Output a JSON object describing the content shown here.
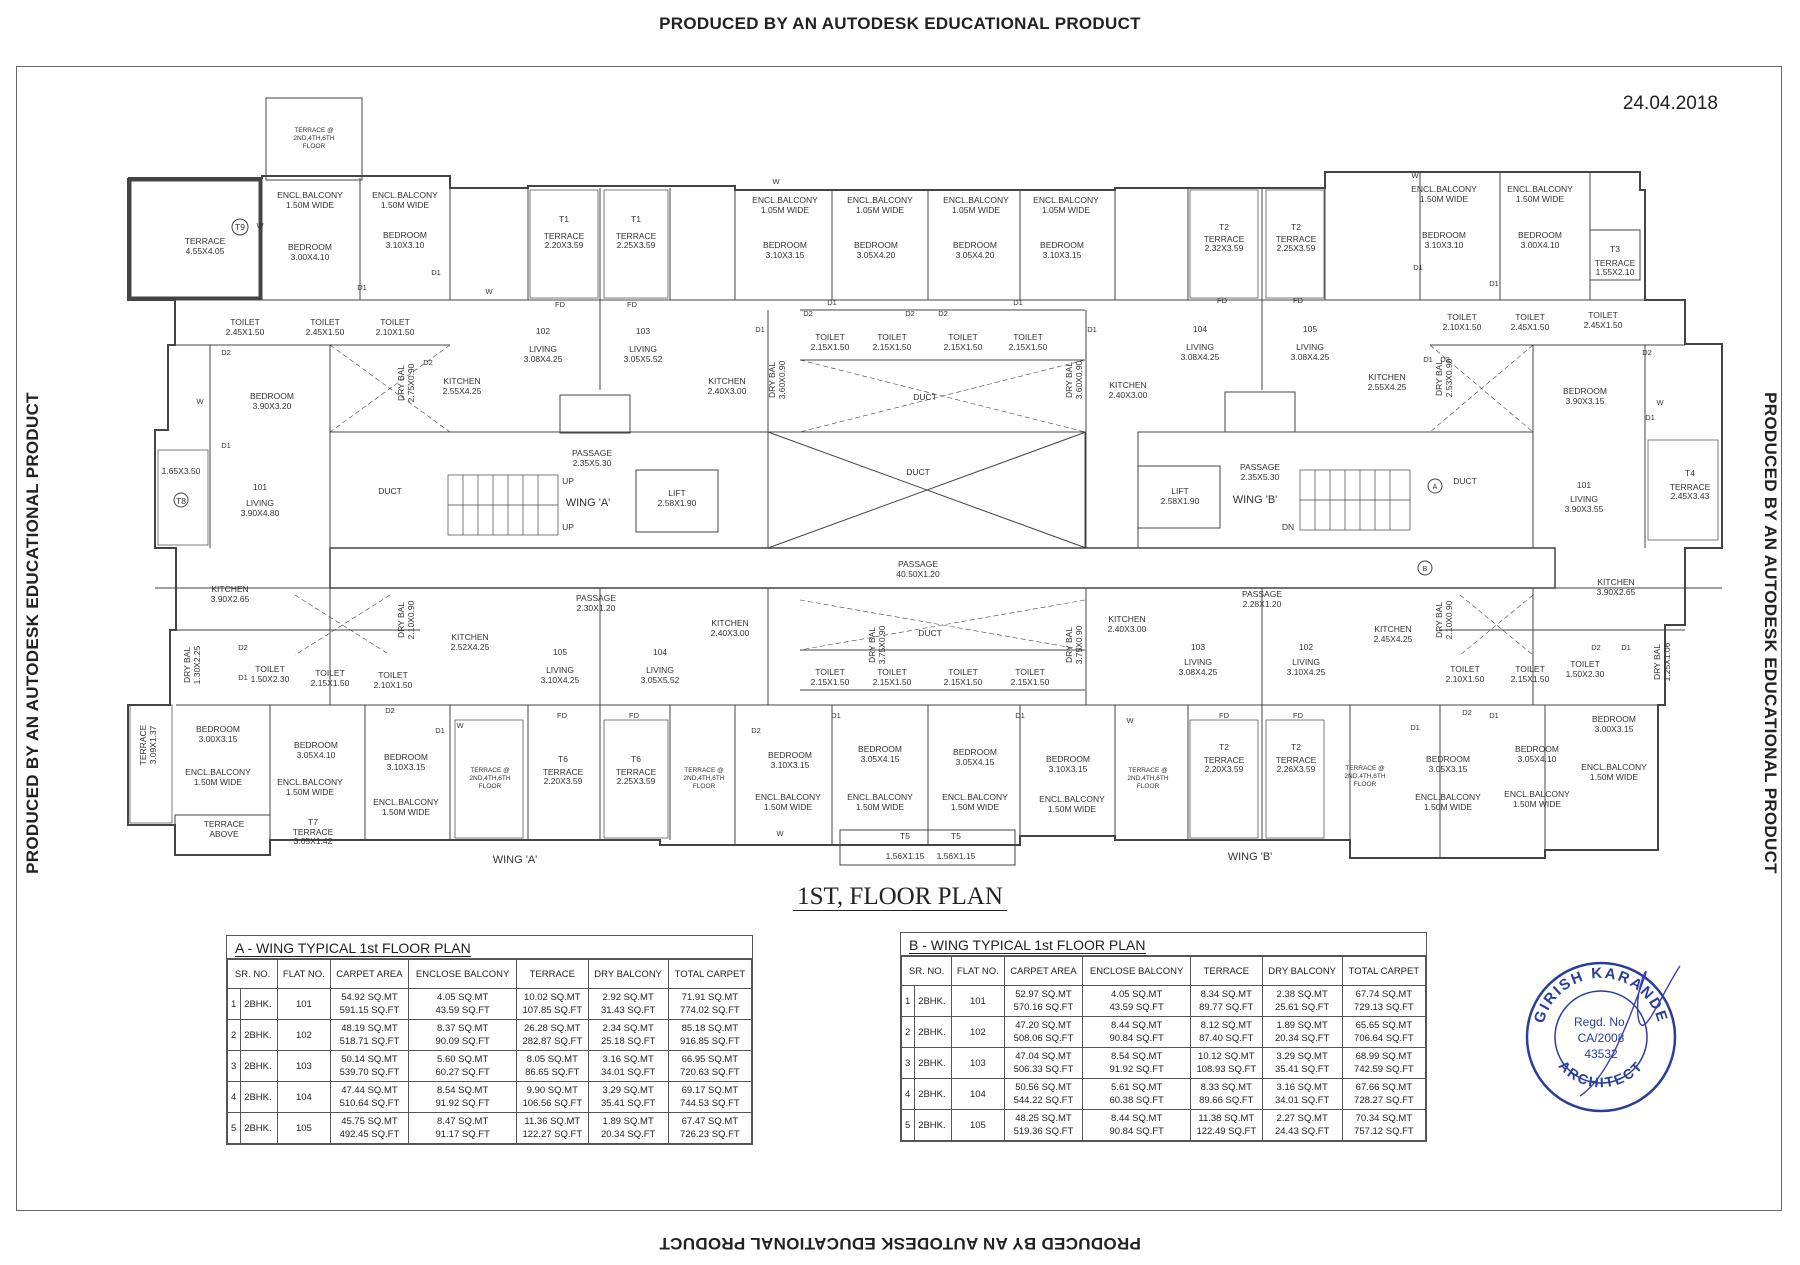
{
  "watermark": "PRODUCED BY AN AUTODESK EDUCATIONAL PRODUCT",
  "date": "24.04.2018",
  "plan_title": "1ST, FLOOR PLAN",
  "labels": {
    "t9": "T9",
    "terrace_left": "TERRACE",
    "terrace_left_dim": "4.55X4.05",
    "terrace_top": "TERRACE @",
    "terrace_floors": "2ND,4TH,6TH",
    "floor": "FLOOR",
    "encl_balcony": "ENCL.BALCONY",
    "w150": "1.50M WIDE",
    "w105": "1.05M WIDE",
    "bedroom": "BEDROOM",
    "toilet": "TOILET",
    "living": "LIVING",
    "kitchen": "KITCHEN",
    "dry_bal": "DRY BAL",
    "duct": "DUCT",
    "lift": "LIFT",
    "passage": "PASSAGE",
    "wing_a": "WING 'A'",
    "wing_b": "WING 'B'",
    "terrace_above": "TERRACE",
    "above": "ABOVE",
    "up": "UP",
    "dn": "DN",
    "d1": "D1",
    "d2": "D2",
    "fd": "FD",
    "w": "W",
    "f101": "101",
    "f102": "102",
    "f103": "103",
    "f104": "104",
    "f105": "105",
    "dim_300x410": "3.00X4.10",
    "dim_310x310": "3.10X3.10",
    "dim_310x315": "3.10X3.15",
    "dim_305x420": "3.05X4.20",
    "dim_245x150": "2.45X1.50",
    "dim_210x150": "2.10X1.50",
    "dim_215x150": "2.15X1.50",
    "dim_308x425": "3.08X4.25",
    "dim_305x552": "3.05X5.52",
    "dim_255x425": "2.55X4.25",
    "dim_240x300": "2.40X3.00",
    "dim_390x320": "3.90X3.20",
    "dim_390x480": "3.90X4.80",
    "dim_390x265": "3.90X2.65",
    "dim_235x530": "2.35X5.30",
    "dim_258x190": "2.58X1.90",
    "dim_4050x120": "40.50X1.20",
    "dim_230x120": "2.30X1.20",
    "dim_228x120": "2.28X1.20",
    "dim_390x315": "3.90X3.15",
    "dim_390x355": "3.90X3.55",
    "dim_252x425": "2.52X4.25",
    "dim_310x425": "3.10X4.25",
    "dim_245x425": "2.45X4.25",
    "dim_300x315": "3.00X3.15",
    "dim_305x410": "3.05X4.10",
    "dim_305x415": "3.05X4.15",
    "dim_305x315": "3.05X3.15",
    "dim_150x230": "1.50X2.30",
    "dim_165x350": "1.65X3.50",
    "dim_220x359": "2.20X3.59",
    "dim_225x359": "2.25X3.59",
    "dim_232x359": "2.32X3.59",
    "dim_226x359": "2.26X3.59",
    "dim_155x210": "1.55X2.10",
    "dim_245x343": "2.45X3.43",
    "dim_305x142": "3.05X1.42",
    "dim_156x115": "1.56X1.15",
    "dim_275x090": "2.75X0.90",
    "dim_360x090": "3.60X0.90",
    "dim_253x090": "2.53X0.90",
    "dim_210x090": "2.10X0.90",
    "dim_375x090": "3.75X0.90",
    "dim_130x225": "1.30X2.25",
    "dim_125x106": "1.25X1.06",
    "dim_309x137": "3.09X1.37",
    "t1": "T1",
    "t2": "T2",
    "t3": "T3",
    "t4": "T4",
    "t5": "T5",
    "t6": "T6",
    "t7": "T7",
    "t8": "T8",
    "circle_a": "A",
    "circle_b": "B"
  },
  "table_a": {
    "title": "A - WING TYPICAL 1st  FLOOR PLAN",
    "headers": [
      "SR. NO.",
      "FLAT NO.",
      "CARPET AREA",
      "ENCLOSE BALCONY",
      "TERRACE",
      "DRY BALCONY",
      "TOTAL CARPET"
    ],
    "rows": [
      {
        "sr": "1",
        "type": "2BHK.",
        "flat": "101",
        "carpet": [
          "54.92 SQ.MT",
          "591.15 SQ.FT"
        ],
        "balcony": [
          "4.05 SQ.MT",
          "43.59 SQ.FT"
        ],
        "terrace": [
          "10.02 SQ.MT",
          "107.85 SQ.FT"
        ],
        "dry": [
          "2.92 SQ.MT",
          "31.43 SQ.FT"
        ],
        "total": [
          "71.91 SQ.MT",
          "774.02 SQ.FT"
        ]
      },
      {
        "sr": "2",
        "type": "2BHK.",
        "flat": "102",
        "carpet": [
          "48.19 SQ.MT",
          "518.71 SQ.FT"
        ],
        "balcony": [
          "8.37 SQ.MT",
          "90.09 SQ.FT"
        ],
        "terrace": [
          "26.28 SQ.MT",
          "282.87 SQ.FT"
        ],
        "dry": [
          "2.34 SQ.MT",
          "25.18 SQ.FT"
        ],
        "total": [
          "85.18 SQ.MT",
          "916.85 SQ.FT"
        ]
      },
      {
        "sr": "3",
        "type": "2BHK.",
        "flat": "103",
        "carpet": [
          "50.14 SQ.MT",
          "539.70 SQ.FT"
        ],
        "balcony": [
          "5.60 SQ.MT",
          "60.27 SQ.FT"
        ],
        "terrace": [
          "8.05 SQ.MT",
          "86.65 SQ.FT"
        ],
        "dry": [
          "3.16 SQ.MT",
          "34.01 SQ.FT"
        ],
        "total": [
          "66.95 SQ.MT",
          "720.63 SQ.FT"
        ]
      },
      {
        "sr": "4",
        "type": "2BHK.",
        "flat": "104",
        "carpet": [
          "47.44 SQ.MT",
          "510.64 SQ.FT"
        ],
        "balcony": [
          "8.54 SQ.MT",
          "91.92 SQ.FT"
        ],
        "terrace": [
          "9.90 SQ.MT",
          "106.56 SQ.FT"
        ],
        "dry": [
          "3.29 SQ.MT",
          "35.41 SQ.FT"
        ],
        "total": [
          "69.17 SQ.MT",
          "744.53 SQ.FT"
        ]
      },
      {
        "sr": "5",
        "type": "2BHK.",
        "flat": "105",
        "carpet": [
          "45.75 SQ.MT",
          "492.45 SQ.FT"
        ],
        "balcony": [
          "8.47 SQ.MT",
          "91.17 SQ.FT"
        ],
        "terrace": [
          "11.36 SQ.MT",
          "122.27 SQ.FT"
        ],
        "dry": [
          "1.89 SQ.MT",
          "20.34 SQ.FT"
        ],
        "total": [
          "67.47 SQ.MT",
          "726.23 SQ.FT"
        ]
      }
    ]
  },
  "table_b": {
    "title": "B - WING TYPICAL 1st  FLOOR PLAN",
    "headers": [
      "SR. NO.",
      "FLAT NO.",
      "CARPET AREA",
      "ENCLOSE BALCONY",
      "TERRACE",
      "DRY BALCONY",
      "TOTAL CARPET"
    ],
    "rows": [
      {
        "sr": "1",
        "type": "2BHK.",
        "flat": "101",
        "carpet": [
          "52.97 SQ.MT",
          "570.16 SQ.FT"
        ],
        "balcony": [
          "4.05 SQ.MT",
          "43.59 SQ.FT"
        ],
        "terrace": [
          "8.34 SQ.MT",
          "89.77 SQ.FT"
        ],
        "dry": [
          "2.38 SQ.MT",
          "25.61 SQ.FT"
        ],
        "total": [
          "67.74 SQ.MT",
          "729.13 SQ.FT"
        ]
      },
      {
        "sr": "2",
        "type": "2BHK.",
        "flat": "102",
        "carpet": [
          "47.20 SQ.MT",
          "508.06 SQ.FT"
        ],
        "balcony": [
          "8.44 SQ.MT",
          "90.84 SQ.FT"
        ],
        "terrace": [
          "8.12 SQ.MT",
          "87.40 SQ.FT"
        ],
        "dry": [
          "1.89 SQ.MT",
          "20.34 SQ.FT"
        ],
        "total": [
          "65.65 SQ.MT",
          "706.64 SQ.FT"
        ]
      },
      {
        "sr": "3",
        "type": "2BHK.",
        "flat": "103",
        "carpet": [
          "47.04 SQ.MT",
          "506.33 SQ.FT"
        ],
        "balcony": [
          "8.54 SQ.MT",
          "91.92 SQ.FT"
        ],
        "terrace": [
          "10.12 SQ.MT",
          "108.93 SQ.FT"
        ],
        "dry": [
          "3.29 SQ.MT",
          "35.41 SQ.FT"
        ],
        "total": [
          "68.99 SQ.MT",
          "742.59 SQ.FT"
        ]
      },
      {
        "sr": "4",
        "type": "2BHK.",
        "flat": "104",
        "carpet": [
          "50.56 SQ.MT",
          "544.22 SQ.FT"
        ],
        "balcony": [
          "5.61 SQ.MT",
          "60.38 SQ.FT"
        ],
        "terrace": [
          "8.33 SQ.MT",
          "89.66 SQ.FT"
        ],
        "dry": [
          "3.16 SQ.MT",
          "34.01 SQ.FT"
        ],
        "total": [
          "67.66 SQ.MT",
          "728.27 SQ.FT"
        ]
      },
      {
        "sr": "5",
        "type": "2BHK.",
        "flat": "105",
        "carpet": [
          "48.25 SQ.MT",
          "519.36 SQ.FT"
        ],
        "balcony": [
          "8.44 SQ.MT",
          "90.84 SQ.FT"
        ],
        "terrace": [
          "11.38 SQ.MT",
          "122.49 SQ.FT"
        ],
        "dry": [
          "2.27 SQ.MT",
          "24.43 SQ.FT"
        ],
        "total": [
          "70.34 SQ.MT",
          "757.12 SQ.FT"
        ]
      }
    ]
  },
  "stamp": {
    "top": "GIRISH KARANDE",
    "bottom": "ARCHITECT",
    "line1": "Regd. No.",
    "line2": "CA/2008",
    "line3": "43532"
  }
}
